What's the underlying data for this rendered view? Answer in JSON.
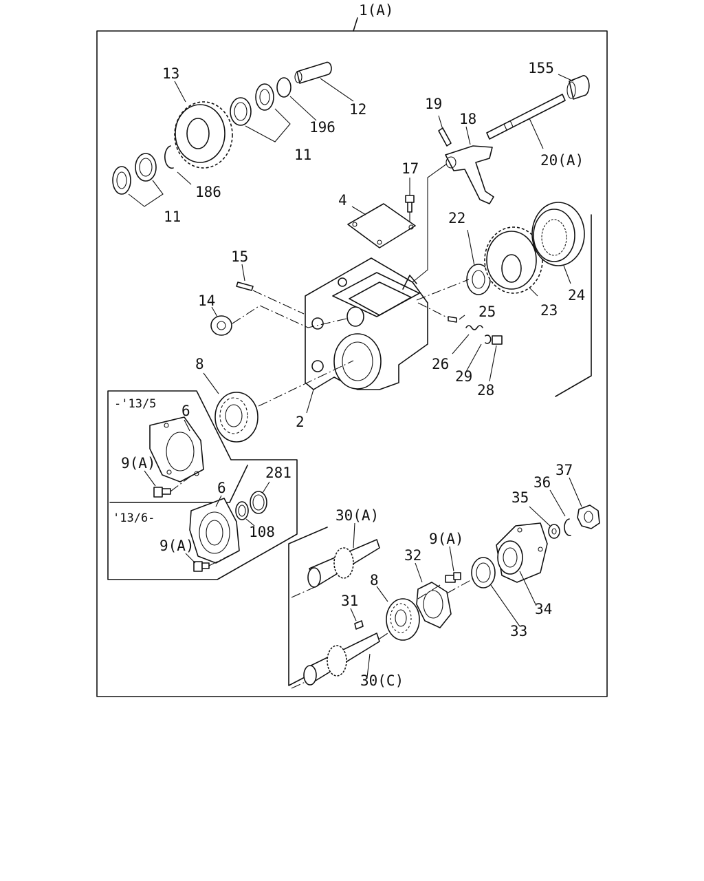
{
  "assembly_label": "1(A)",
  "callouts": {
    "c2": "2",
    "c4": "4",
    "c6a": "6",
    "c6b": "6",
    "c8a": "8",
    "c8b": "8",
    "c9a": "9(A)",
    "c9b": "9(A)",
    "c9c": "9(A)",
    "c11a": "11",
    "c11b": "11",
    "c12": "12",
    "c13": "13",
    "c14": "14",
    "c15": "15",
    "c17": "17",
    "c18": "18",
    "c19": "19",
    "c20": "20(A)",
    "c22": "22",
    "c23": "23",
    "c24": "24",
    "c25": "25",
    "c26": "26",
    "c28": "28",
    "c29": "29",
    "c30a": "30(A)",
    "c30c": "30(C)",
    "c31": "31",
    "c32": "32",
    "c33": "33",
    "c34": "34",
    "c35": "35",
    "c36": "36",
    "c37": "37",
    "c108": "108",
    "c155": "155",
    "c186": "186",
    "c196": "196",
    "c281": "281"
  },
  "inset_labels": {
    "upper_range": "-'13/5",
    "lower_range": "'13/6-"
  }
}
